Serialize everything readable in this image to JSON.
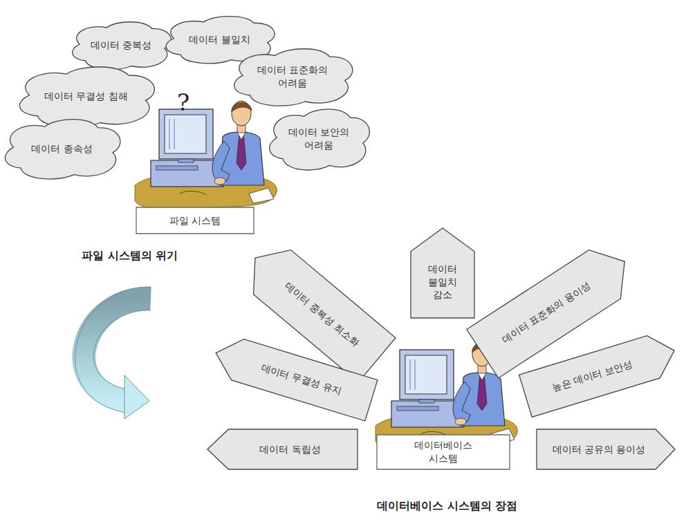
{
  "diagram": {
    "nodes": [
      {
        "text": [
          "데이터 중복성"
        ]
      },
      {
        "text": [
          "데이터 불일치"
        ]
      },
      {
        "text": [
          "데이터 무결성 침해"
        ]
      },
      {
        "text": [
          "데이터 표준화의 어려움"
        ]
      },
      {
        "text": [
          "데이터 종속성"
        ]
      },
      {
        "text": [
          "데이터 보안의 어려움"
        ]
      },
      {
        "text": [
          "파일 시스템"
        ]
      },
      {
        "text": [
          "데이터 불일치 감소"
        ]
      },
      {
        "text": [
          "데이터 중복성 최소화"
        ]
      },
      {
        "text": [
          "데이터 표준화의 용이성"
        ]
      },
      {
        "text": [
          "데이터 무결성 유지"
        ]
      },
      {
        "text": [
          "높은 데이터 보안성"
        ]
      },
      {
        "text": [
          "데이터 독립성"
        ]
      },
      {
        "text": [
          "데이터 공유의 용이성"
        ]
      },
      {
        "text": [
          "데이터베이스 시스템"
        ]
      }
    ],
    "labels": [
      "?",
      "파일 시스템의 위기",
      "데이터베이스 시스템의 장점"
    ]
  }
}
